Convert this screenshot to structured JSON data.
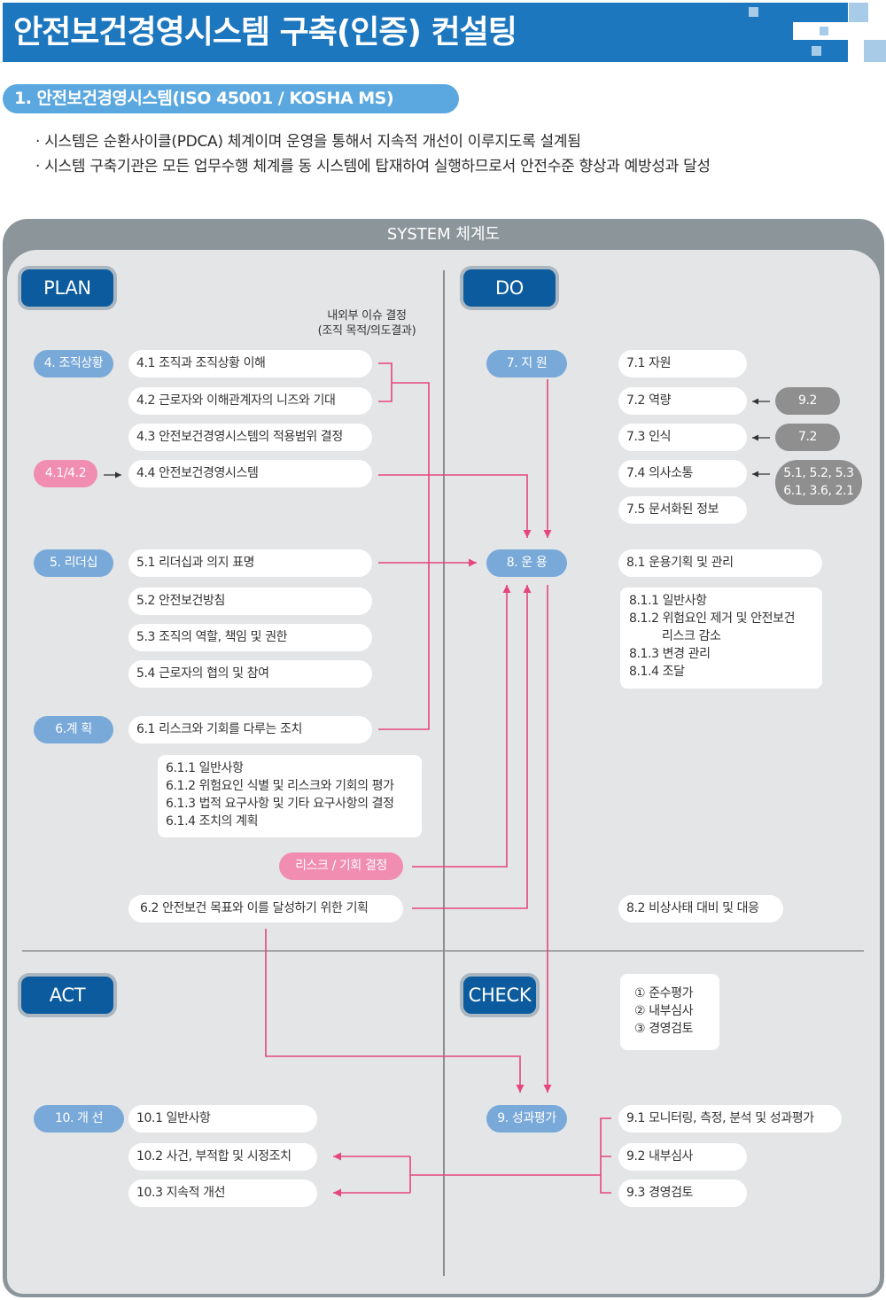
{
  "header": {
    "title": "안전보건경영시스템 구축(인증) 컨설팅"
  },
  "intro": {
    "heading": "1. 안전보건경영시스템(ISO 45001 / KOSHA MS)",
    "bullets": [
      "· 시스템은 순환사이클(PDCA) 체계이며 운영을 통해서 지속적 개선이 이루지도록 설계됨",
      "· 시스템 구축기관은 모든 업무수행 체계를 동 시스템에 탑재하여 실행하므로서 안전수준 향상과 예방성과 달성"
    ]
  },
  "diagram": {
    "title": "SYSTEM 체계도",
    "plan": {
      "label": "PLAN",
      "note": [
        "내외부 이슈 결정",
        "(조직 목적/의도결과)"
      ],
      "context": {
        "label": "4. 조직상황",
        "input": "4.1/4.2",
        "items": [
          "4.1 조직과 조직상황 이해",
          "4.2 근로자와 이해관계자의 니즈와 기대",
          "4.3 안전보건경영시스템의 적용범위 결정",
          "4.4 안전보건경영시스템"
        ]
      },
      "leadership": {
        "label": "5. 리더십",
        "items": [
          "5.1 리더십과 의지 표명",
          "5.2 안전보건방침",
          "5.3 조직의 역할, 책임 및 권한",
          "5.4 근로자의 협의 및 참여"
        ]
      },
      "planning": {
        "label": "6.계 획",
        "item": "6.1 리스크와 기회를 다루는 조치",
        "details": [
          "6.1.1 일반사항",
          "6.1.2 위험요인 식별 및 리스크와 기회의 평가",
          "6.1.3 법적 요구사항 및 기타 요구사항의 결정",
          "6.1.4 조치의 계획"
        ],
        "decision": "리스크 / 기회 결정",
        "objectives": "6.2 안전보건 목표와 이를 달성하기 위한 기획"
      }
    },
    "do": {
      "label": "DO",
      "support": {
        "label": "7. 지 원",
        "items": [
          "7.1 자원",
          "7.2 역량",
          "7.3 인식",
          "7.4 의사소통",
          "7.5 문서화된 정보"
        ],
        "references": {
          "competence": "9.2",
          "awareness": "7.2",
          "communication": [
            "5.1, 5.2, 5.3",
            "6.1, 3.6, 2.1"
          ]
        }
      },
      "operation": {
        "label": "8. 운 용",
        "item": "8.1 운용기획 및 관리",
        "details": [
          "8.1.1 일반사항",
          "8.1.2 위험요인 제거 및 안전보건",
          "리스크 감소",
          "8.1.3 변경 관리",
          "8.1.4 조달"
        ],
        "emergency": "8.2 비상사태 대비 및 대응"
      }
    },
    "check": {
      "label": "CHECK",
      "summary": [
        "① 준수평가",
        "② 내부심사",
        "③ 경영검토"
      ],
      "evaluation": {
        "label": "9. 성과평가",
        "items": [
          "9.1 모니터링, 측정, 분석 및 성과평가",
          "9.2 내부심사",
          "9.3 경영검토"
        ]
      }
    },
    "act": {
      "label": "ACT",
      "improvement": {
        "label": "10. 개 선",
        "items": [
          "10.1 일반사항",
          "10.2 사건, 부적합 및 시정조치",
          "10.3 지속적 개선"
        ]
      }
    }
  },
  "colors": {
    "banner": "#1d77be",
    "section_pill": "#5aa8df",
    "panel_frame": "#8c969a",
    "panel_bg": "#e4e5e6",
    "quadrant_label": "#0b5b9e",
    "clause_pill": "#79a9d9",
    "highlight_pill": "#f08db1",
    "reference_pill": "#8f8f8f",
    "connector": "#e5467b"
  }
}
